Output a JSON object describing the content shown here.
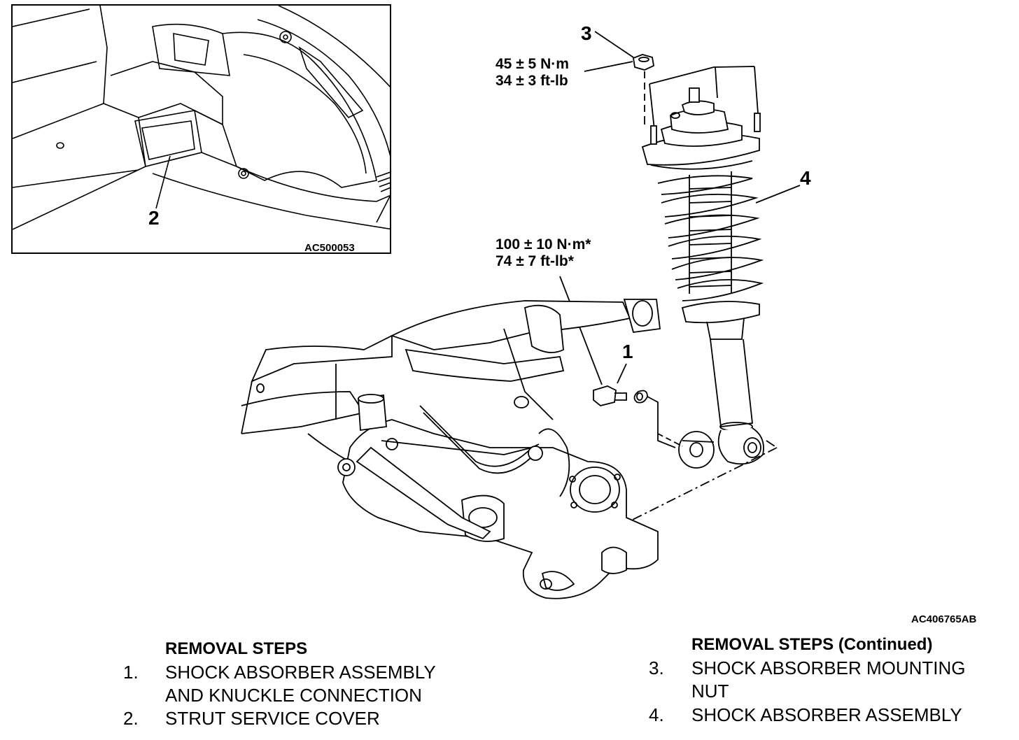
{
  "inset": {
    "callout": "2",
    "figure_code": "AC500053"
  },
  "main": {
    "callouts": [
      "1",
      "3",
      "4"
    ],
    "torque_nut": {
      "line1": "45 ± 5 N·m",
      "line2": "34 ± 3 ft-lb"
    },
    "torque_bolt": {
      "line1": "100 ± 10 N·m*",
      "line2": "74 ± 7 ft-lb*"
    },
    "figure_code": "AC406765AB"
  },
  "removal_left": {
    "heading": "REMOVAL STEPS",
    "steps": [
      {
        "num": "1.",
        "line1": "SHOCK ABSORBER ASSEMBLY",
        "line2": "AND KNUCKLE CONNECTION"
      },
      {
        "num": "2.",
        "line1": "STRUT SERVICE COVER"
      }
    ]
  },
  "removal_right": {
    "heading": "REMOVAL STEPS (Continued)",
    "steps": [
      {
        "num": "3.",
        "line1": "SHOCK ABSORBER MOUNTING",
        "line2": "NUT"
      },
      {
        "num": "4.",
        "line1": "SHOCK ABSORBER ASSEMBLY"
      }
    ]
  }
}
